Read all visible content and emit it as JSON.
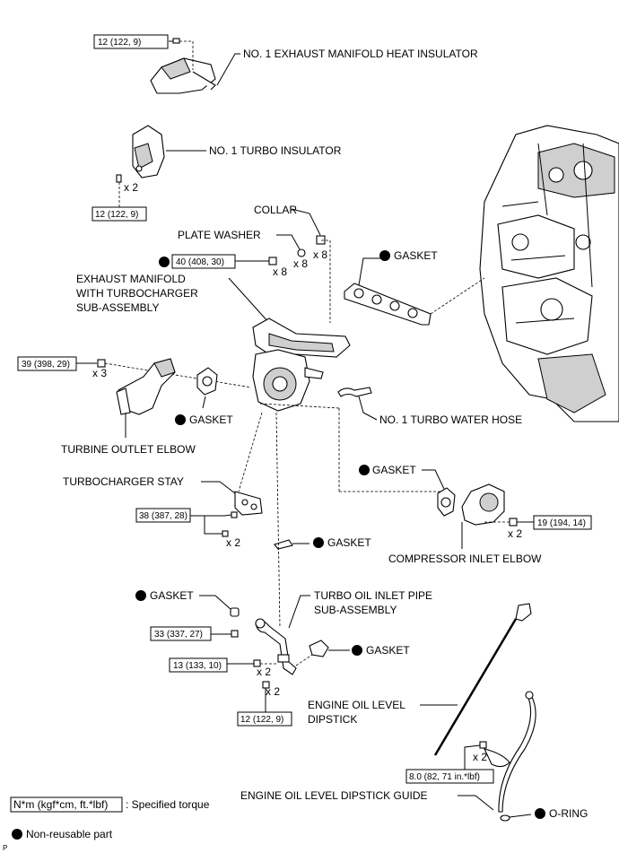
{
  "labels": {
    "heat_insulator": "NO. 1 EXHAUST MANIFOLD HEAT INSULATOR",
    "turbo_insulator": "NO. 1 TURBO INSULATOR",
    "collar": "COLLAR",
    "plate_washer": "PLATE WASHER",
    "gasket": "GASKET",
    "manifold_line1": "EXHAUST MANIFOLD",
    "manifold_line2": "WITH TURBOCHARGER",
    "manifold_line3": "SUB-ASSEMBLY",
    "turbine_outlet_elbow": "TURBINE OUTLET ELBOW",
    "turbo_water_hose": "NO. 1 TURBO WATER HOSE",
    "turbocharger_stay": "TURBOCHARGER STAY",
    "compressor_inlet_elbow": "COMPRESSOR INLET ELBOW",
    "oil_inlet_line1": "TURBO OIL INLET PIPE",
    "oil_inlet_line2": "SUB-ASSEMBLY",
    "dipstick_line1": "ENGINE OIL LEVEL",
    "dipstick_line2": "DIPSTICK",
    "dipstick_guide": "ENGINE OIL LEVEL DIPSTICK GUIDE",
    "o_ring": "O-RING"
  },
  "torques": {
    "t_heat_insulator": "12 (122, 9)",
    "t_turbo_insulator": "12 (122, 9)",
    "t_manifold": "40 (408, 30)",
    "t_outlet_elbow": "39 (398, 29)",
    "t_stay": "38 (387, 28)",
    "t_compressor": "19 (194, 14)",
    "t_oil_pipe_1": "33 (337, 27)",
    "t_oil_pipe_2": "13 (133, 10)",
    "t_oil_pipe_3": "12 (122, 9)",
    "t_dipstick": "8.0 (82, 71 in.*lbf)"
  },
  "quantities": {
    "x2": "x 2",
    "x3": "x 3",
    "x8": "x 8"
  },
  "legend": {
    "torque_unit": "N*m (kgf*cm, ft.*lbf)",
    "torque_desc": ": Specified torque",
    "nonreusable": "Non-reusable part",
    "page_mark": "P"
  }
}
